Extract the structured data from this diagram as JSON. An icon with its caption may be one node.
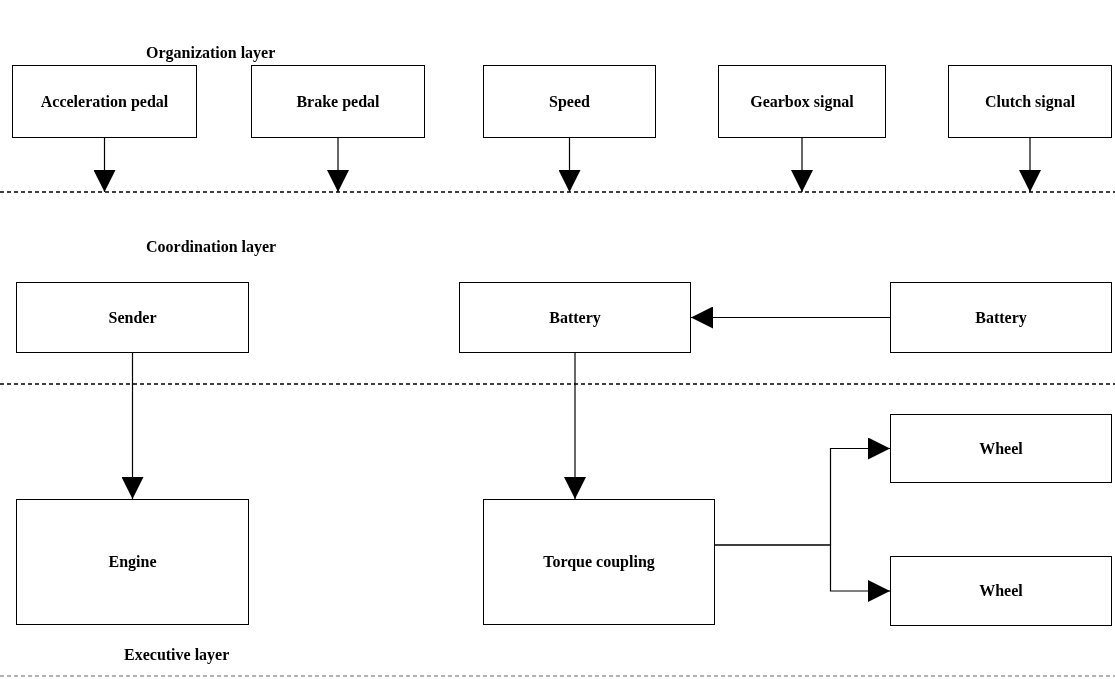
{
  "diagram": {
    "nodes": [
      {
        "text": [
          "Acceleration pedal"
        ]
      },
      {
        "text": [
          "Brake pedal"
        ]
      },
      {
        "text": [
          "Speed"
        ]
      },
      {
        "text": [
          "Gearbox signal"
        ]
      },
      {
        "text": [
          "Clutch signal"
        ]
      },
      {
        "text": [
          "Sender"
        ]
      },
      {
        "text": [
          "Battery"
        ]
      },
      {
        "text": [
          "Battery"
        ]
      },
      {
        "text": [
          "Engine"
        ]
      },
      {
        "text": [
          "Torque coupling"
        ]
      },
      {
        "text": [
          "Wheel"
        ]
      },
      {
        "text": [
          "Wheel"
        ]
      }
    ],
    "edges": [
      {
        "from": 0,
        "to": null,
        "arrow": "to"
      },
      {
        "from": 1,
        "to": null,
        "arrow": "to"
      },
      {
        "from": 2,
        "to": null,
        "arrow": "to"
      },
      {
        "from": 3,
        "to": null,
        "arrow": "to"
      },
      {
        "from": 4,
        "to": null,
        "arrow": "to"
      },
      {
        "from": 7,
        "to": 6,
        "arrow": "to"
      },
      {
        "from": 5,
        "to": 8,
        "arrow": "to"
      },
      {
        "from": 6,
        "to": 9,
        "arrow": "to"
      },
      {
        "from": 9,
        "to": 10,
        "arrow": "to"
      },
      {
        "from": 9,
        "to": 11,
        "arrow": "to"
      }
    ],
    "labels": [
      "Organization layer",
      "Coordination layer",
      "Executive layer"
    ]
  }
}
